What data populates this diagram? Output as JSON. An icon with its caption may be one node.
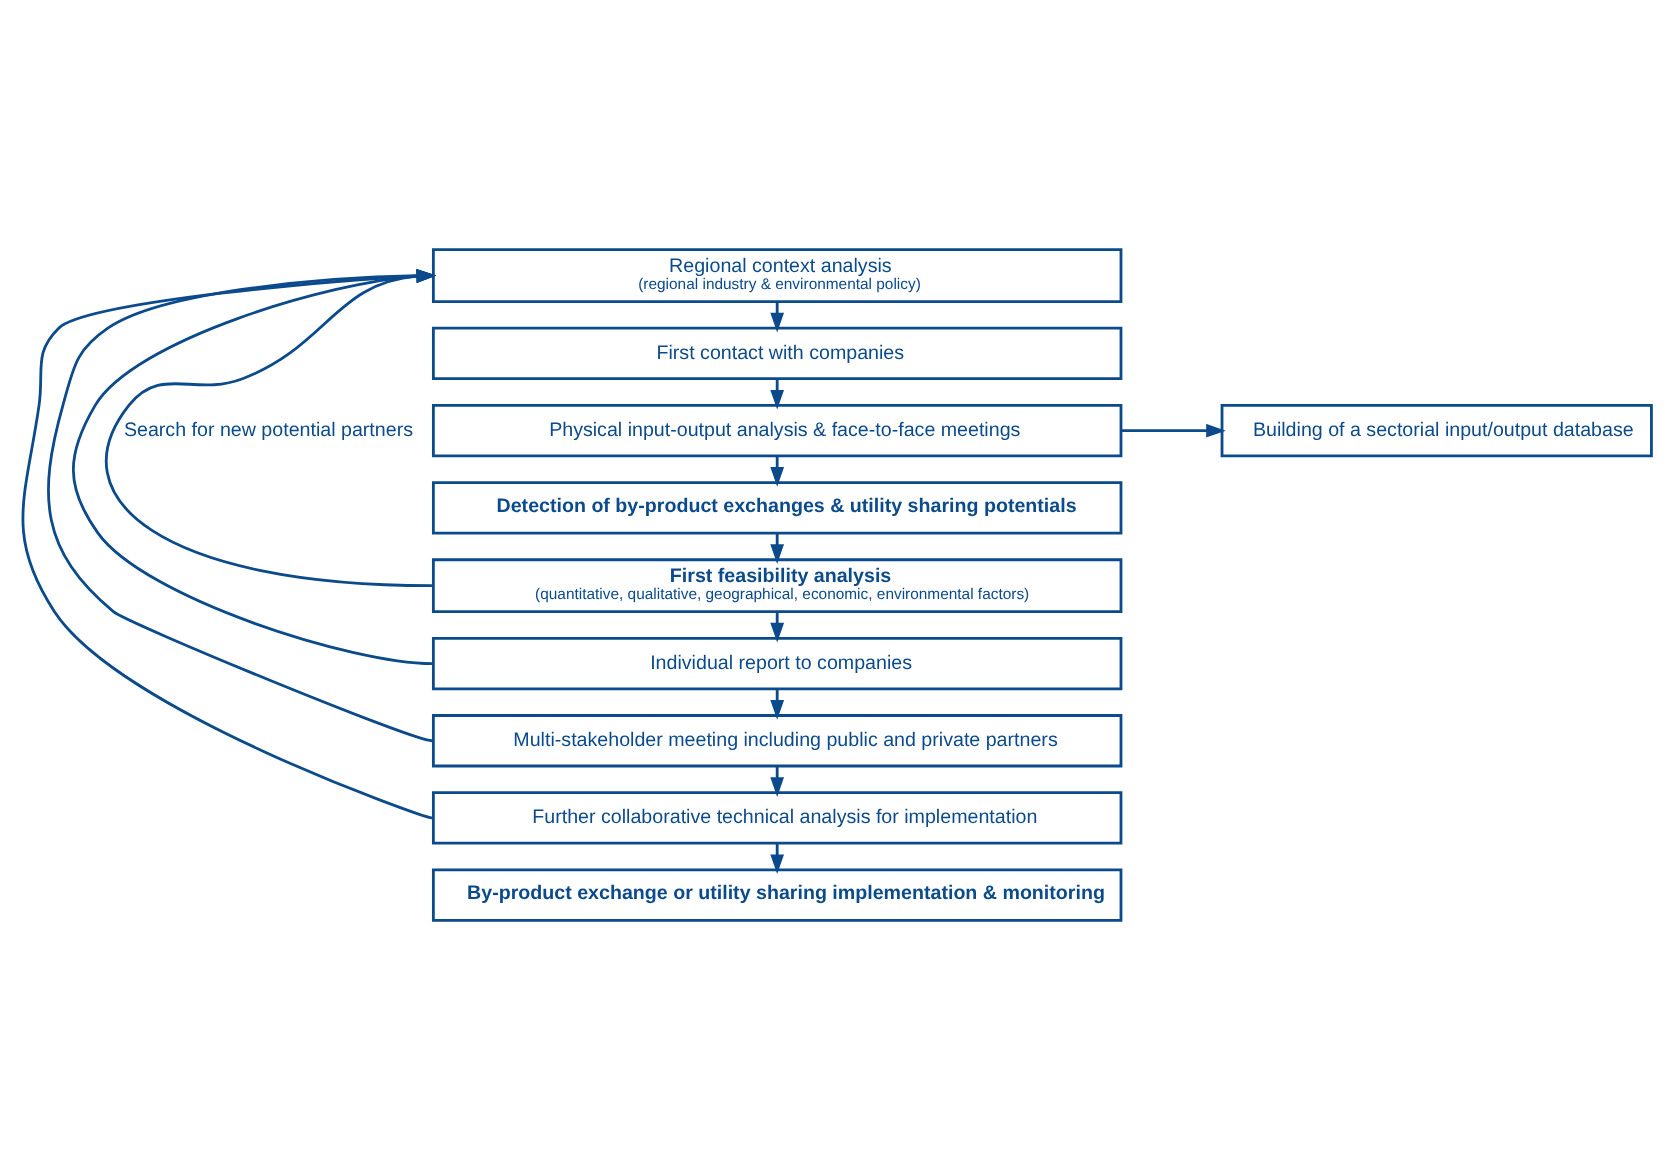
{
  "diagram": {
    "nodes": [
      {
        "text": [
          "Regional context analysis",
          "(regional industry & environmental policy)"
        ]
      },
      {
        "text": [
          "First contact with companies"
        ]
      },
      {
        "text": [
          "Physical input-output analysis & face-to-face meetings"
        ]
      },
      {
        "text": [
          "Building of a sectorial input/output database"
        ]
      },
      {
        "text": [
          "Detection of by-product exchanges & utility sharing potentials"
        ]
      },
      {
        "text": [
          "First feasibility analysis",
          "(quantitative, qualitative, geographical, economic, environmental factors)"
        ]
      },
      {
        "text": [
          "Individual report to companies"
        ]
      },
      {
        "text": [
          "Multi-stakeholder meeting including public and private partners"
        ]
      },
      {
        "text": [
          "Further collaborative technical analysis for implementation"
        ]
      },
      {
        "text": [
          "By-product exchange or utility sharing implementation & monitoring"
        ]
      }
    ],
    "edges": [
      {
        "from": 0,
        "to": 1,
        "arrow": "to"
      },
      {
        "from": 1,
        "to": 2,
        "arrow": "to"
      },
      {
        "from": 2,
        "to": 3,
        "arrow": "to"
      },
      {
        "from": 2,
        "to": 4,
        "arrow": "to"
      },
      {
        "from": 4,
        "to": 5,
        "arrow": "to"
      },
      {
        "from": 5,
        "to": 6,
        "arrow": "to"
      },
      {
        "from": 6,
        "to": 7,
        "arrow": "to"
      },
      {
        "from": 7,
        "to": 8,
        "arrow": "to"
      },
      {
        "from": 8,
        "to": 9,
        "arrow": "to"
      },
      {
        "from": 5,
        "to": 0,
        "arrow": "to",
        "label": "Search for new potential partners"
      },
      {
        "from": 6,
        "to": 0,
        "arrow": "to"
      },
      {
        "from": 7,
        "to": 0,
        "arrow": "to"
      },
      {
        "from": 8,
        "to": 0,
        "arrow": "to"
      }
    ]
  }
}
